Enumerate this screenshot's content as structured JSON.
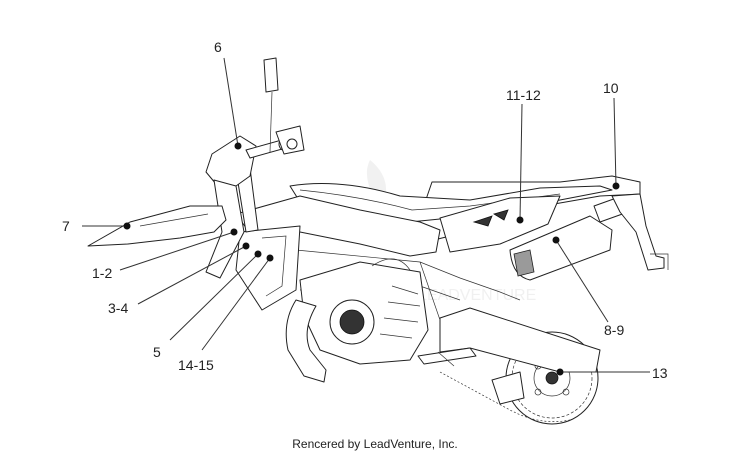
{
  "diagram": {
    "callouts": [
      "6",
      "7",
      "1-2",
      "3-4",
      "5",
      "14-15",
      "11-12",
      "10",
      "8-9",
      "13"
    ],
    "watermark_text": "LEADVENTURE"
  },
  "credit": "Rencered by LeadVenture, Inc."
}
